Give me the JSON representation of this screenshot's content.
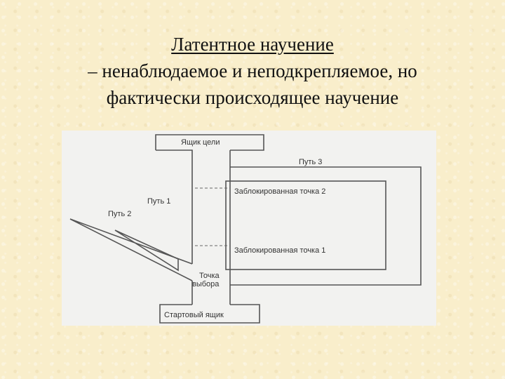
{
  "title": {
    "heading": "Латентное научение",
    "line2": "– ненаблюдаемое и неподкрепляемое, но",
    "line3": "фактически происходящее научение"
  },
  "diagram": {
    "goal_box": "Ящик цели",
    "path3": "Путь 3",
    "path1": "Путь 1",
    "path2": "Путь 2",
    "blocked2": "Заблокированная точка 2",
    "blocked1": "Заблокированная точка 1",
    "choice_line1": "Точка",
    "choice_line2": "выбора",
    "start_box": "Стартовый ящик"
  }
}
